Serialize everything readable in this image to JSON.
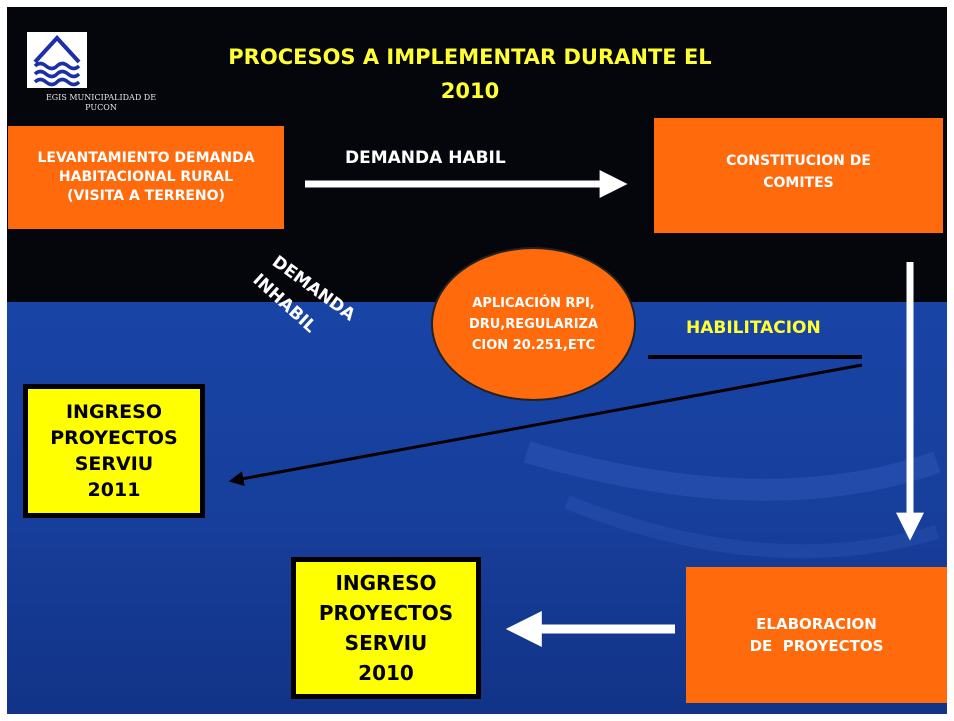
{
  "title": {
    "line1": "PROCESOS A IMPLEMENTAR DURANTE EL",
    "line2": "2010"
  },
  "logo": {
    "icon": "egis-waves-logo-icon",
    "caption_line1": "EGIS MUNICIPALIDAD DE",
    "caption_line2": "PUCON"
  },
  "boxes": {
    "levantamiento": {
      "line1": "LEVANTAMIENTO DEMANDA",
      "line2": "HABITACIONAL RURAL",
      "line3": "(VISITA A TERRENO)"
    },
    "constitucion": {
      "line1": "CONSTITUCION DE",
      "line2": "COMITES"
    },
    "aplicacion": {
      "line1": "APLICACIÓN RPI,",
      "line2": "DRU,REGULARIZA",
      "line3": "CION 20.251,ETC"
    },
    "elaboracion": {
      "line1": "ELABORACION",
      "line2": "DE  PROYECTOS"
    },
    "ingreso_2011": {
      "line1": "INGRESO",
      "line2": "PROYECTOS",
      "line3": "SERVIU",
      "line4": "2011"
    },
    "ingreso_2010": {
      "line1": "INGRESO",
      "line2": "PROYECTOS",
      "line3": "SERVIU",
      "line4": "2010"
    }
  },
  "labels": {
    "demanda_habil": "DEMANDA HABIL",
    "demanda_inhabil_1": "DEMANDA",
    "demanda_inhabil_2": "INHABIL",
    "habilitacion": "HABILITACION"
  },
  "colors": {
    "title": "#ffff33",
    "box_orange": "#ff6a0d",
    "box_yellow": "#ffff00",
    "top_band": "#05050c",
    "bottom_band": "#1844a6"
  }
}
